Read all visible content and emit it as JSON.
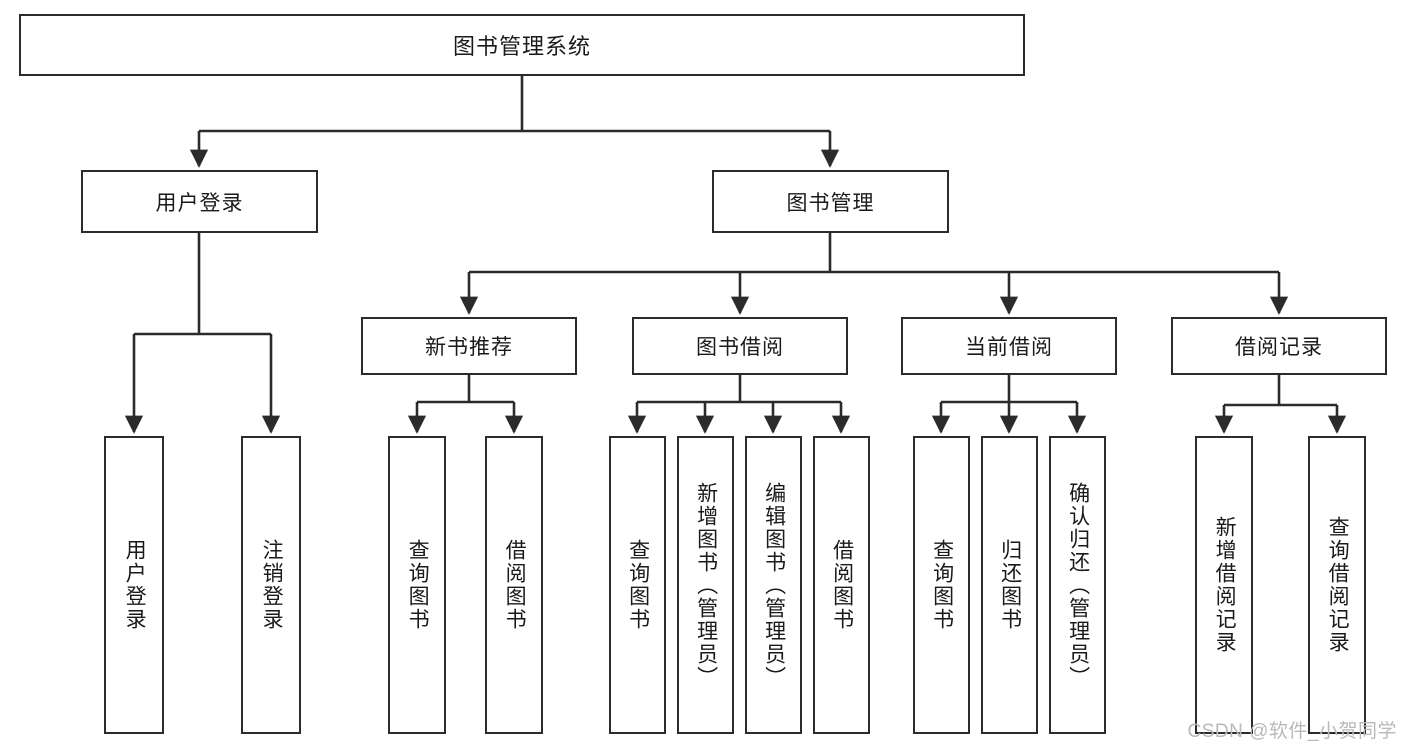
{
  "diagram": {
    "type": "tree",
    "title": "图书管理系统",
    "root": {
      "label": "图书管理系统"
    },
    "level1": [
      {
        "label": "用户登录"
      },
      {
        "label": "图书管理"
      }
    ],
    "level2": [
      {
        "label": "新书推荐"
      },
      {
        "label": "图书借阅"
      },
      {
        "label": "当前借阅"
      },
      {
        "label": "借阅记录"
      }
    ],
    "leaves": {
      "user_login": [
        {
          "label": "用户登录"
        },
        {
          "label": "注销登录"
        }
      ],
      "new_book_recommend": [
        {
          "label": "查询图书"
        },
        {
          "label": "借阅图书"
        }
      ],
      "book_borrow": [
        {
          "label": "查询图书"
        },
        {
          "label": "新增图书（管理员）"
        },
        {
          "label": "编辑图书（管理员）"
        },
        {
          "label": "借阅图书"
        }
      ],
      "current_borrow": [
        {
          "label": "查询图书"
        },
        {
          "label": "归还图书"
        },
        {
          "label": "确认归还（管理员）"
        }
      ],
      "borrow_record": [
        {
          "label": "新增借阅记录"
        },
        {
          "label": "查询借阅记录"
        }
      ]
    }
  },
  "watermark": {
    "text": "CSDN @软件_小贺同学"
  },
  "colors": {
    "border": "#2b2b2b",
    "background": "#ffffff",
    "text": "#1a1a1a",
    "watermark": "#b9b9b9"
  }
}
